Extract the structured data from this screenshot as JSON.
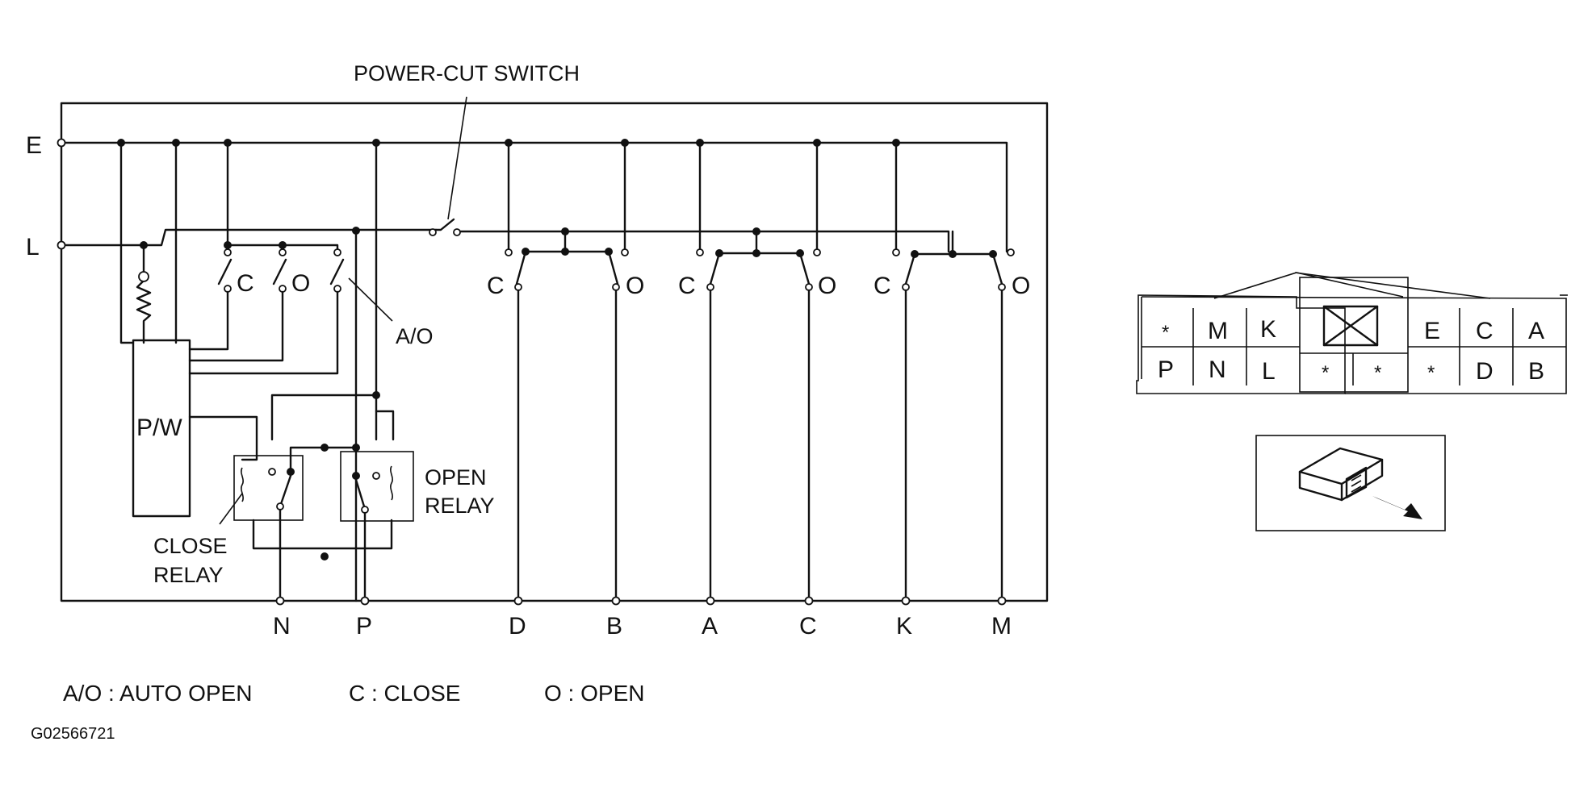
{
  "diagram": {
    "title": "POWER-CUT SWITCH",
    "left_terminals": [
      "E",
      "L"
    ],
    "bottom_terminals": [
      "N",
      "P",
      "D",
      "B",
      "A",
      "C",
      "K",
      "M"
    ],
    "switch_labels": {
      "close": "C",
      "open": "O",
      "auto_open": "A/O"
    },
    "module_label": "P/W",
    "close_relay": [
      "CLOSE",
      "RELAY"
    ],
    "open_relay": [
      "OPEN",
      "RELAY"
    ]
  },
  "legend": {
    "auto_open": "A/O : AUTO OPEN",
    "close": "C : CLOSE",
    "open": "O : OPEN"
  },
  "figure_code": "G02566721",
  "connector": {
    "top_row": [
      "*",
      "M",
      "K",
      "",
      "E",
      "C",
      "A"
    ],
    "bottom_row": [
      "P",
      "N",
      "L",
      "*",
      "*",
      "*",
      "D",
      "B"
    ]
  }
}
